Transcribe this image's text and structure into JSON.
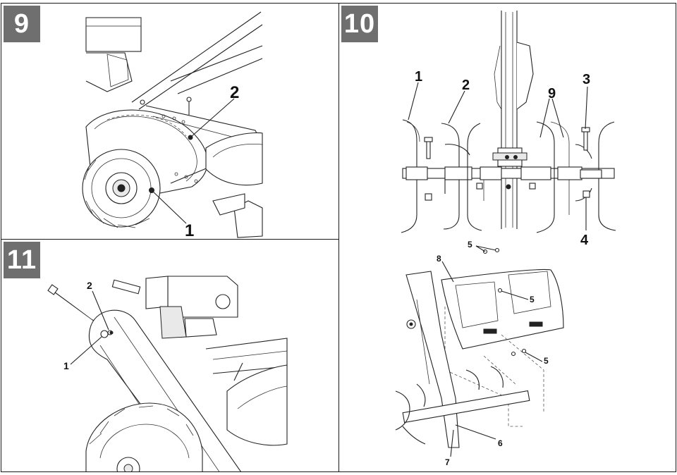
{
  "panels": {
    "p9": {
      "number": "9",
      "callouts": [
        "2",
        "1"
      ]
    },
    "p10": {
      "number": "10",
      "callouts_top": [
        "1",
        "2",
        "9",
        "3",
        "4"
      ],
      "callouts_bottom": [
        "5",
        "8",
        "5",
        "5",
        "6",
        "7"
      ]
    },
    "p11": {
      "number": "11",
      "callouts": [
        "2",
        "1"
      ]
    }
  },
  "colors": {
    "badge": "#6f6f6f",
    "line": "#222222",
    "border": "#1a1a1a"
  }
}
